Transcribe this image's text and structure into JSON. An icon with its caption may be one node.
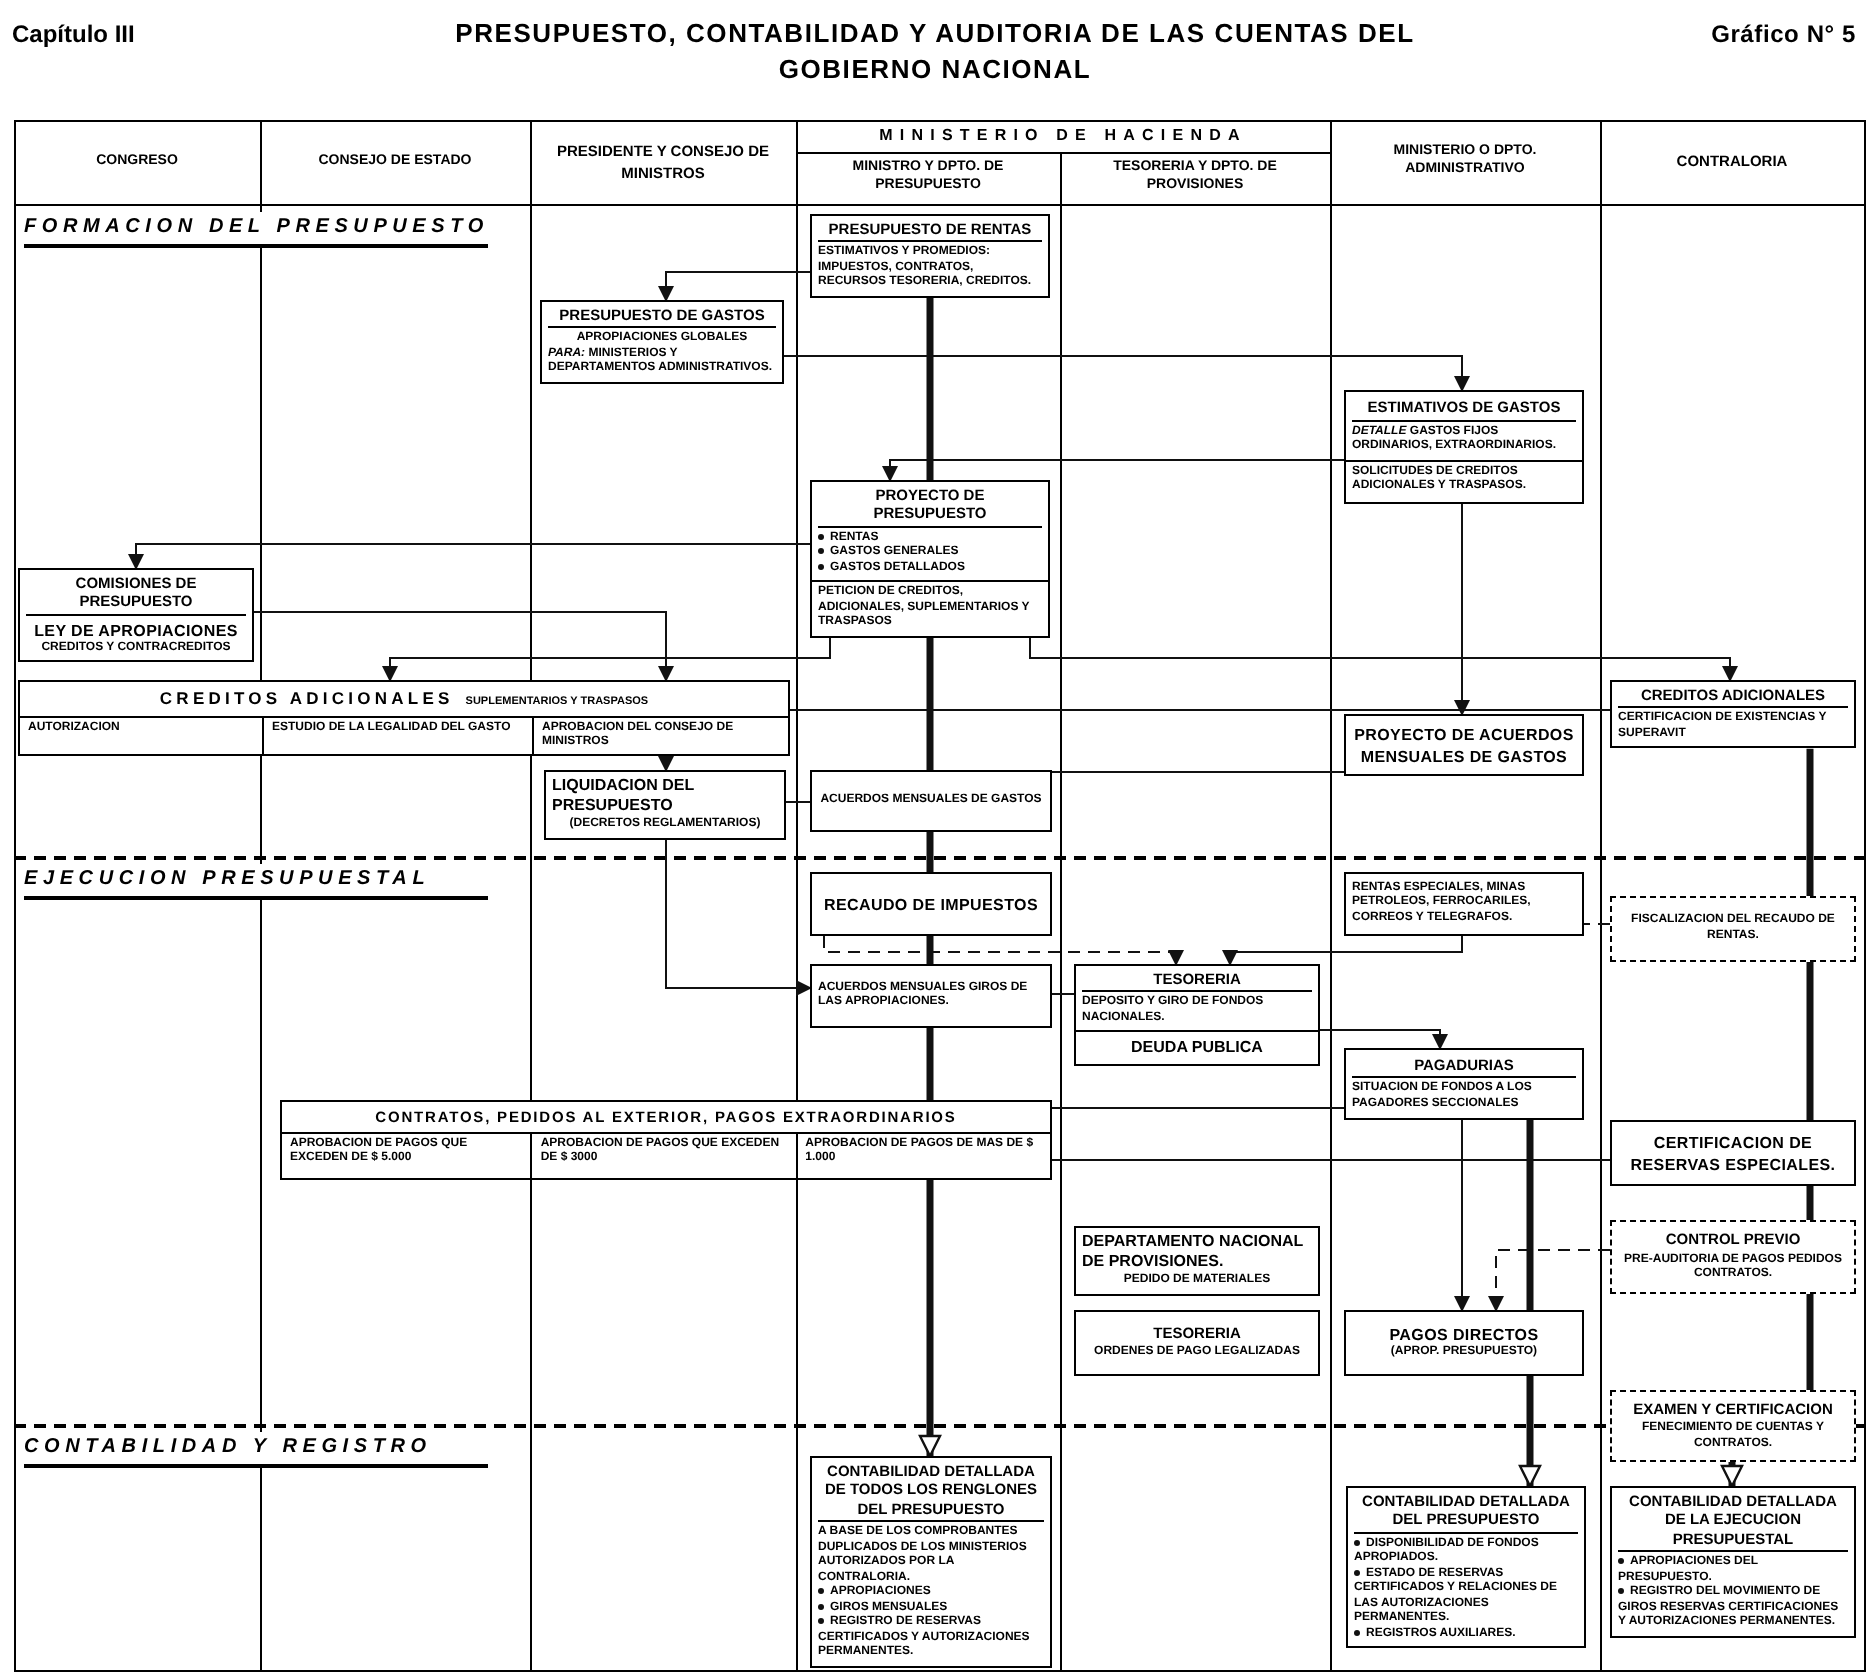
{
  "diagram": {
    "title": "PRESUPUESTO, CONTABILIDAD Y AUDITORIA DE LAS CUENTAS DEL GOBIERNO NACIONAL",
    "nodes": [
      {
        "text": [
          "PRESUPUESTO DE RENTAS",
          "ESTIMATIVOS Y PROMEDIOS: IMPUESTOS, CONTRATOS, RECURSOS TESORERIA, CREDITOS."
        ]
      },
      {
        "text": [
          "PRESUPUESTO DE GASTOS",
          "APROPIACIONES GLOBALES",
          "*PARA:* MINISTERIOS Y DEPARTAMENTOS ADMINISTRATIVOS."
        ]
      },
      {
        "text": [
          "ESTIMATIVOS DE GASTOS",
          "*DETALLE* GASTOS FIJOS ORDINARIOS, EXTRAORDINARIOS.",
          "SOLICITUDES DE CREDITOS ADICIONALES Y TRASPASOS."
        ]
      },
      {
        "text": [
          "PROYECTO DE PRESUPUESTO",
          "RENTAS",
          "GASTOS GENERALES",
          "GASTOS DETALLADOS",
          "PETICION DE CREDITOS, ADICIONALES, SUPLEMENTARIOS Y TRASPASOS"
        ]
      },
      {
        "text": [
          "COMISIONES DE PRESUPUESTO",
          "LEY DE APROPIACIONES",
          "CREDITOS Y CONTRACREDITOS"
        ]
      },
      {
        "text": [
          "CREDITOS ADICIONALES",
          "SUPLEMENTARIOS Y TRASPASOS",
          "AUTORIZACION",
          "ESTUDIO DE LA LEGALIDAD DEL GASTO",
          "APROBACION DEL CONSEJO DE MINISTROS"
        ]
      },
      {
        "text": [
          "CREDITOS ADICIONALES",
          "CERTIFICACION DE EXISTENCIAS Y SUPERAVIT"
        ]
      },
      {
        "text": [
          "PROYECTO DE ACUERDOS MENSUALES DE GASTOS"
        ]
      },
      {
        "text": [
          "LIQUIDACION DEL PRESUPUESTO",
          "(DECRETOS REGLAMENTARIOS)"
        ]
      },
      {
        "text": [
          "ACUERDOS MENSUALES DE GASTOS"
        ]
      },
      {
        "text": [
          "RECAUDO DE IMPUESTOS"
        ]
      },
      {
        "text": [
          "RENTAS ESPECIALES, MINAS PETROLEOS, FERROCARILES, CORREOS Y TELEGRAFOS."
        ]
      },
      {
        "text": [
          "FISCALIZACION DEL RECAUDO DE RENTAS."
        ]
      },
      {
        "text": [
          "ACUERDOS MENSUALES GIROS DE LAS APROPIACIONES."
        ]
      },
      {
        "text": [
          "TESORERIA",
          "DEPOSITO Y GIRO DE FONDOS NACIONALES.",
          "DEUDA PUBLICA"
        ]
      },
      {
        "text": [
          "PAGADURIAS",
          "SITUACION DE FONDOS A LOS PAGADORES SECCIONALES"
        ]
      },
      {
        "text": [
          "CONTRATOS, PEDIDOS AL EXTERIOR, PAGOS EXTRAORDINARIOS",
          "APROBACION DE PAGOS QUE EXCEDEN DE $ 5.000",
          "APROBACION DE PAGOS QUE EXCEDEN DE $ 3000",
          "APROBACION DE PAGOS DE MAS DE $ 1.000"
        ]
      },
      {
        "text": [
          "CERTIFICACION DE RESERVAS ESPECIALES."
        ]
      },
      {
        "text": [
          "CONTROL PREVIO",
          "PRE-AUDITORIA DE PAGOS PEDIDOS CONTRATOS."
        ]
      },
      {
        "text": [
          "DEPARTAMENTO NACIONAL DE PROVISIONES.",
          "PEDIDO DE MATERIALES"
        ]
      },
      {
        "text": [
          "TESORERIA",
          "ORDENES DE PAGO LEGALIZADAS"
        ]
      },
      {
        "text": [
          "PAGOS DIRECTOS",
          "(APROP. PRESUPUESTO)"
        ]
      },
      {
        "text": [
          "EXAMEN Y CERTIFICACION",
          "FENECIMIENTO DE CUENTAS Y CONTRATOS."
        ]
      },
      {
        "text": [
          "CONTABILIDAD DETALLADA DE TODOS LOS RENGLONES DEL PRESUPUESTO",
          "A BASE DE LOS COMPROBANTES DUPLICADOS DE LOS MINISTERIOS AUTORIZADOS POR LA CONTRALORIA.",
          "APROPIACIONES",
          "GIROS MENSUALES",
          "REGISTRO DE RESERVAS CERTIFICADOS Y AUTORIZACIONES PERMANENTES."
        ]
      },
      {
        "text": [
          "CONTABILIDAD DETALLADA DEL PRESUPUESTO",
          "DISPONIBILIDAD DE FONDOS APROPIADOS.",
          "ESTADO DE RESERVAS CERTIFICADOS Y RELACIONES DE LAS AUTORIZACIONES PERMANENTES.",
          "REGISTROS AUXILIARES."
        ]
      },
      {
        "text": [
          "CONTABILIDAD DETALLADA DE LA EJECUCION PRESUPUESTAL",
          "APROPIACIONES DEL PRESUPUESTO.",
          "REGISTRO DEL MOVIMIENTO DE GIROS RESERVAS CERTIFICACIONES Y AUTORIZACIONES PERMANENTES."
        ]
      }
    ],
    "edges": [
      {
        "from": 0,
        "to": 1,
        "arrow": "to"
      },
      {
        "from": 1,
        "to": 2,
        "arrow": "to"
      },
      {
        "from": 0,
        "to": 3,
        "arrow": "none",
        "style": "thick"
      },
      {
        "from": 2,
        "to": 3,
        "arrow": "to"
      },
      {
        "from": 3,
        "to": 4,
        "arrow": "to"
      },
      {
        "from": 4,
        "to": 5,
        "arrow": "to"
      },
      {
        "from": 3,
        "to": 5,
        "arrow": "to"
      },
      {
        "from": 3,
        "to": 6,
        "arrow": "to"
      },
      {
        "from": 2,
        "to": 7,
        "arrow": "to"
      },
      {
        "from": 5,
        "to": 6,
        "arrow": "none"
      },
      {
        "from": 7,
        "to": 9,
        "arrow": "none"
      },
      {
        "from": 5,
        "to": 8,
        "arrow": "to"
      },
      {
        "from": 8,
        "to": 9,
        "arrow": "none"
      },
      {
        "from": 3,
        "to": 9,
        "arrow": "none",
        "style": "thick"
      },
      {
        "from": 9,
        "to": 10,
        "arrow": "none",
        "style": "thick"
      },
      {
        "from": 8,
        "to": 13,
        "arrow": "to"
      },
      {
        "from": 10,
        "to": 13,
        "arrow": "none",
        "style": "thick"
      },
      {
        "from": 13,
        "to": 14,
        "arrow": "none"
      },
      {
        "from": 10,
        "to": 14,
        "arrow": "to",
        "style": "dashed"
      },
      {
        "from": 11,
        "to": 14,
        "arrow": "to"
      },
      {
        "from": 12,
        "to": 11,
        "arrow": "none",
        "style": "dashed"
      },
      {
        "from": 14,
        "to": 15,
        "arrow": "to"
      },
      {
        "from": 16,
        "to": 15,
        "arrow": "none"
      },
      {
        "from": 16,
        "to": 17,
        "arrow": "none"
      },
      {
        "from": 15,
        "to": 21,
        "arrow": "to"
      },
      {
        "from": 15,
        "to": 21,
        "arrow": "none",
        "style": "thick"
      },
      {
        "from": 21,
        "to": 24,
        "arrow": "to",
        "style": "thick"
      },
      {
        "from": 6,
        "to": 12,
        "arrow": "none",
        "style": "thick"
      },
      {
        "from": 12,
        "to": 17,
        "arrow": "none",
        "style": "thick"
      },
      {
        "from": 17,
        "to": 18,
        "arrow": "none",
        "style": "thick"
      },
      {
        "from": 18,
        "to": 22,
        "arrow": "none",
        "style": "thick"
      },
      {
        "from": 22,
        "to": 25,
        "arrow": "to",
        "style": "thick"
      },
      {
        "from": 18,
        "to": 21,
        "arrow": "to",
        "style": "dashed"
      },
      {
        "from": 13,
        "to": 16,
        "arrow": "none",
        "style": "thick"
      },
      {
        "from": 16,
        "to": 23,
        "arrow": "to",
        "style": "thick"
      }
    ],
    "labels": [
      "Capítulo III",
      "Gráfico N° 5",
      "CONGRESO",
      "CONSEJO DE ESTADO",
      "PRESIDENTE Y CONSEJO DE MINISTROS",
      "MINISTERIO DE HACIENDA",
      "MINISTRO Y DPTO. DE PRESUPUESTO",
      "TESORERIA Y DPTO. DE PROVISIONES",
      "MINISTERIO O DPTO. ADMINISTRATIVO",
      "CONTRALORIA",
      "FORMACION DEL PRESUPUESTO",
      "EJECUCION PRESUPUESTAL",
      "CONTABILIDAD Y REGISTRO"
    ]
  }
}
